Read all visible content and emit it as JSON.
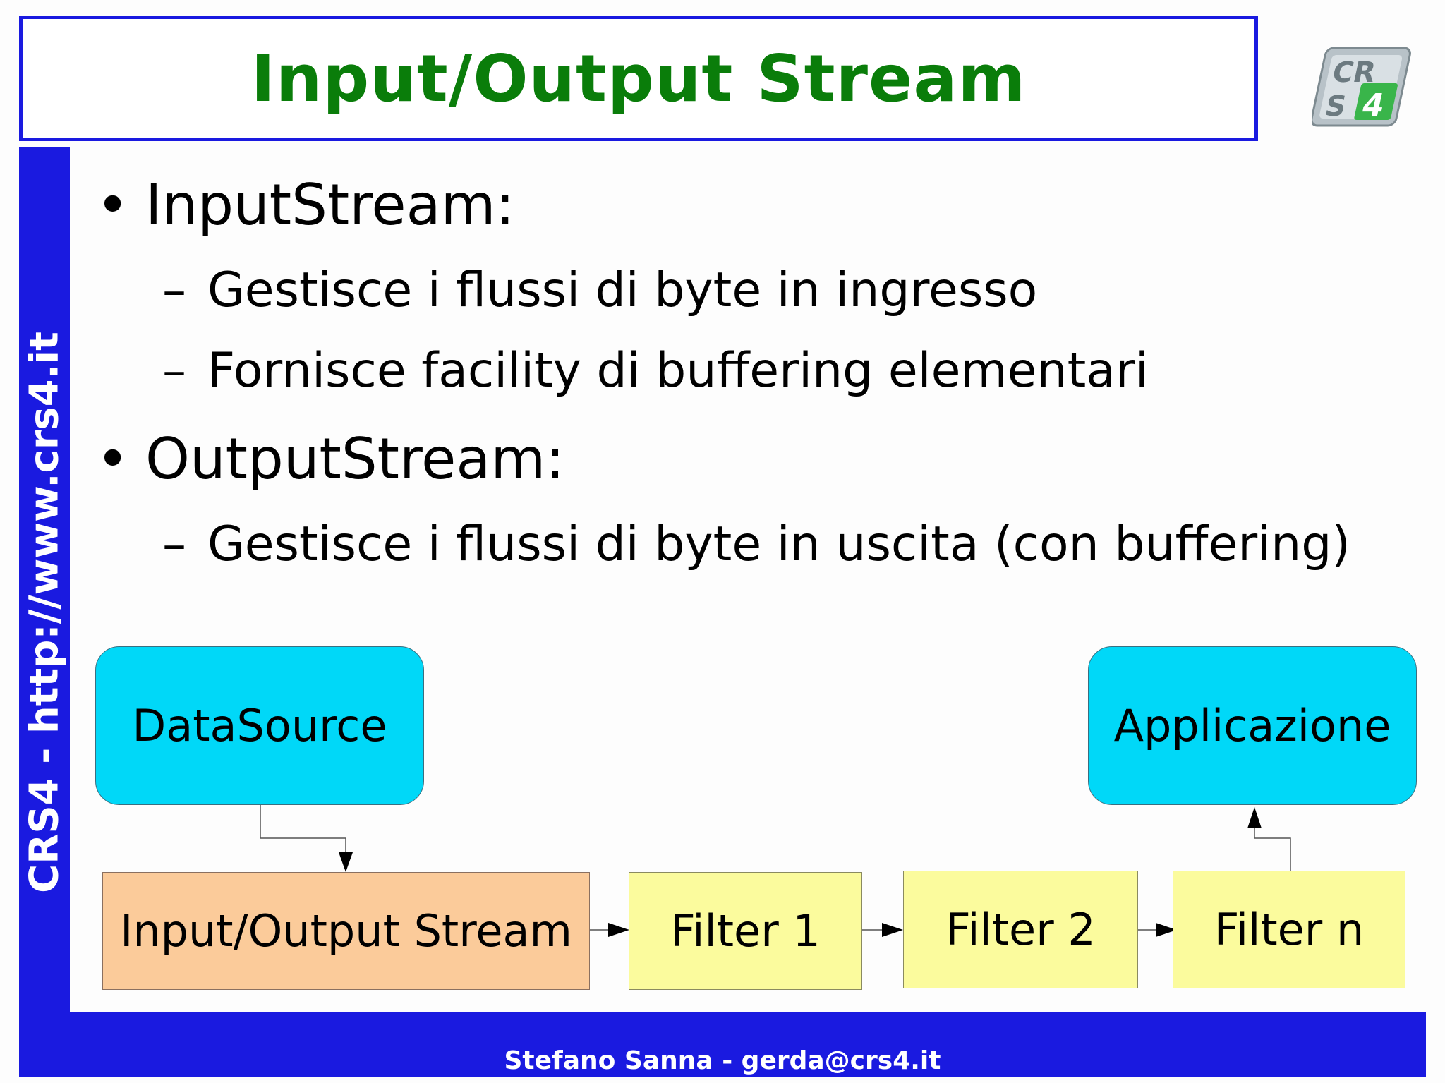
{
  "slide": {
    "title": "Input/Output Stream",
    "sidebar_text": "CRS4 - http://www.crs4.it",
    "footer_text": "Stefano Sanna - gerda@crs4.it",
    "logo_text": "CRS4"
  },
  "bullets": [
    {
      "mark": "•",
      "text": "InputStream:"
    },
    {
      "mark": "–",
      "text": "Gestisce i flussi di byte in ingresso"
    },
    {
      "mark": "–",
      "text": "Fornisce facility di buffering elementari"
    },
    {
      "mark": "•",
      "text": "OutputStream:"
    },
    {
      "mark": "–",
      "text": "Gestisce i flussi di byte in uscita (con buffering)"
    }
  ],
  "diagram": {
    "datasource": "DataSource",
    "applicazione": "Applicazione",
    "io_stream": "Input/Output Stream",
    "filter1": "Filter 1",
    "filter2": "Filter 2",
    "filtern": "Filter n"
  },
  "colors": {
    "title": "#0a7d0a",
    "frame": "#1a1ae0",
    "cyan_box": "#00d8f8",
    "orange_box": "#fbcb9a",
    "yellow_box": "#fbfb9d"
  }
}
